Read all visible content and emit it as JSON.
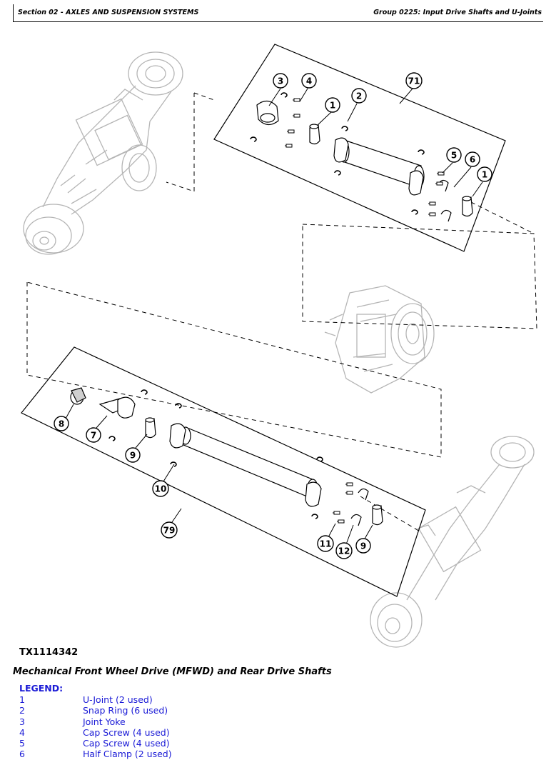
{
  "header": {
    "section": "Section 02 - AXLES AND SUSPENSION SYSTEMS",
    "group": "Group 0225: Input Drive Shafts and U-Joints"
  },
  "figure": {
    "id": "TX1114342",
    "caption": "Mechanical Front Wheel Drive (MFWD) and Rear Drive Shafts",
    "callouts": [
      "1",
      "2",
      "3",
      "4",
      "5",
      "6",
      "7",
      "8",
      "9",
      "10",
      "11",
      "12",
      "71",
      "79"
    ]
  },
  "legend": {
    "title": "LEGEND:",
    "items": [
      {
        "num": "1",
        "label": "U-Joint (2 used)"
      },
      {
        "num": "2",
        "label": "Snap Ring (6 used)"
      },
      {
        "num": "3",
        "label": "Joint Yoke"
      },
      {
        "num": "4",
        "label": "Cap Screw (4 used)"
      },
      {
        "num": "5",
        "label": "Cap Screw (4 used)"
      },
      {
        "num": "6",
        "label": "Half Clamp (2 used)"
      }
    ]
  },
  "colors": {
    "legend": "#1a1ad6",
    "component_gray": "#bdbdbd"
  }
}
